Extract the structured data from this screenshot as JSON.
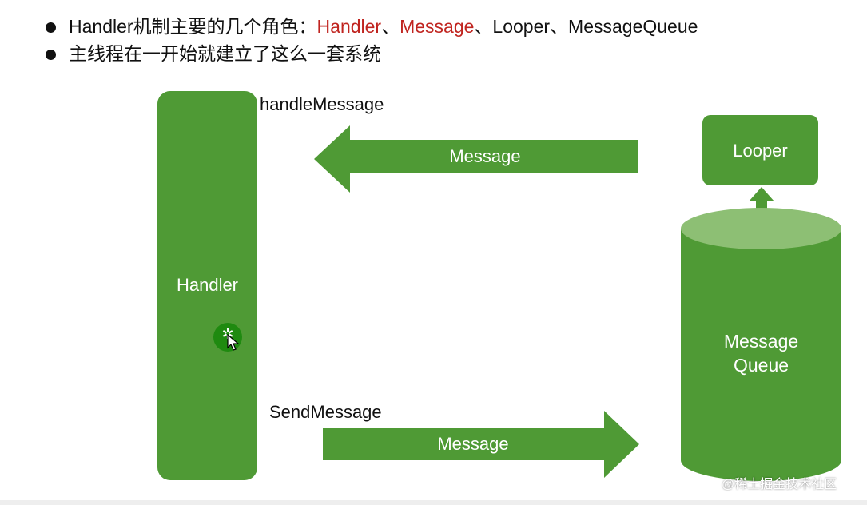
{
  "bullets": [
    {
      "prefix": "Handler机制主要的几个角色：",
      "red1": "Handler",
      "sep1": "、",
      "red2": "Message",
      "rest": "、Looper、MessageQueue"
    },
    {
      "text": "主线程在一开始就建立了这么一套系统"
    }
  ],
  "diagram": {
    "handler_label": "Handler",
    "handle_message_label": "handleMessage",
    "send_message_label": "SendMessage",
    "top_arrow_label": "Message",
    "bottom_arrow_label": "Message",
    "looper_label": "Looper",
    "queue_label_line1": "Message",
    "queue_label_line2": "Queue"
  },
  "watermark": "@稀土掘金技术社区",
  "colors": {
    "green": "#4f9a35",
    "green_light": "#8dbf74",
    "highlight_red": "#c0241f",
    "cursor_green": "#1f8a10"
  }
}
